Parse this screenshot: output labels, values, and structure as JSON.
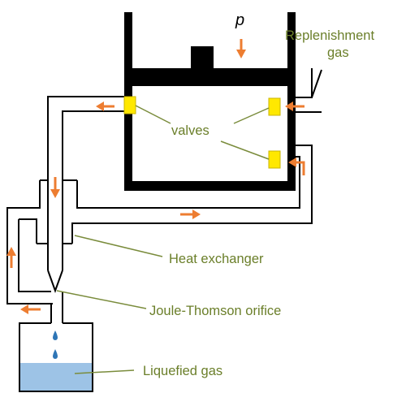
{
  "labels": {
    "pressure": "p",
    "replenishment_line1": "Replenishment",
    "replenishment_line2": "gas",
    "valves": "valves",
    "heat_exchanger": "Heat exchanger",
    "jt_orifice": "Joule-Thomson orifice",
    "liquefied_gas": "Liquefied gas"
  },
  "colors": {
    "pipe_outline": "#000000",
    "piston": "#000000",
    "valve": "#ffe800",
    "valve_border": "#c8b400",
    "arrow": "#ed7d31",
    "leader_line": "#7a8c3c",
    "label_text": "#6b7f2a",
    "liquid": "#9dc3e6",
    "droplet": "#2e75b6"
  }
}
